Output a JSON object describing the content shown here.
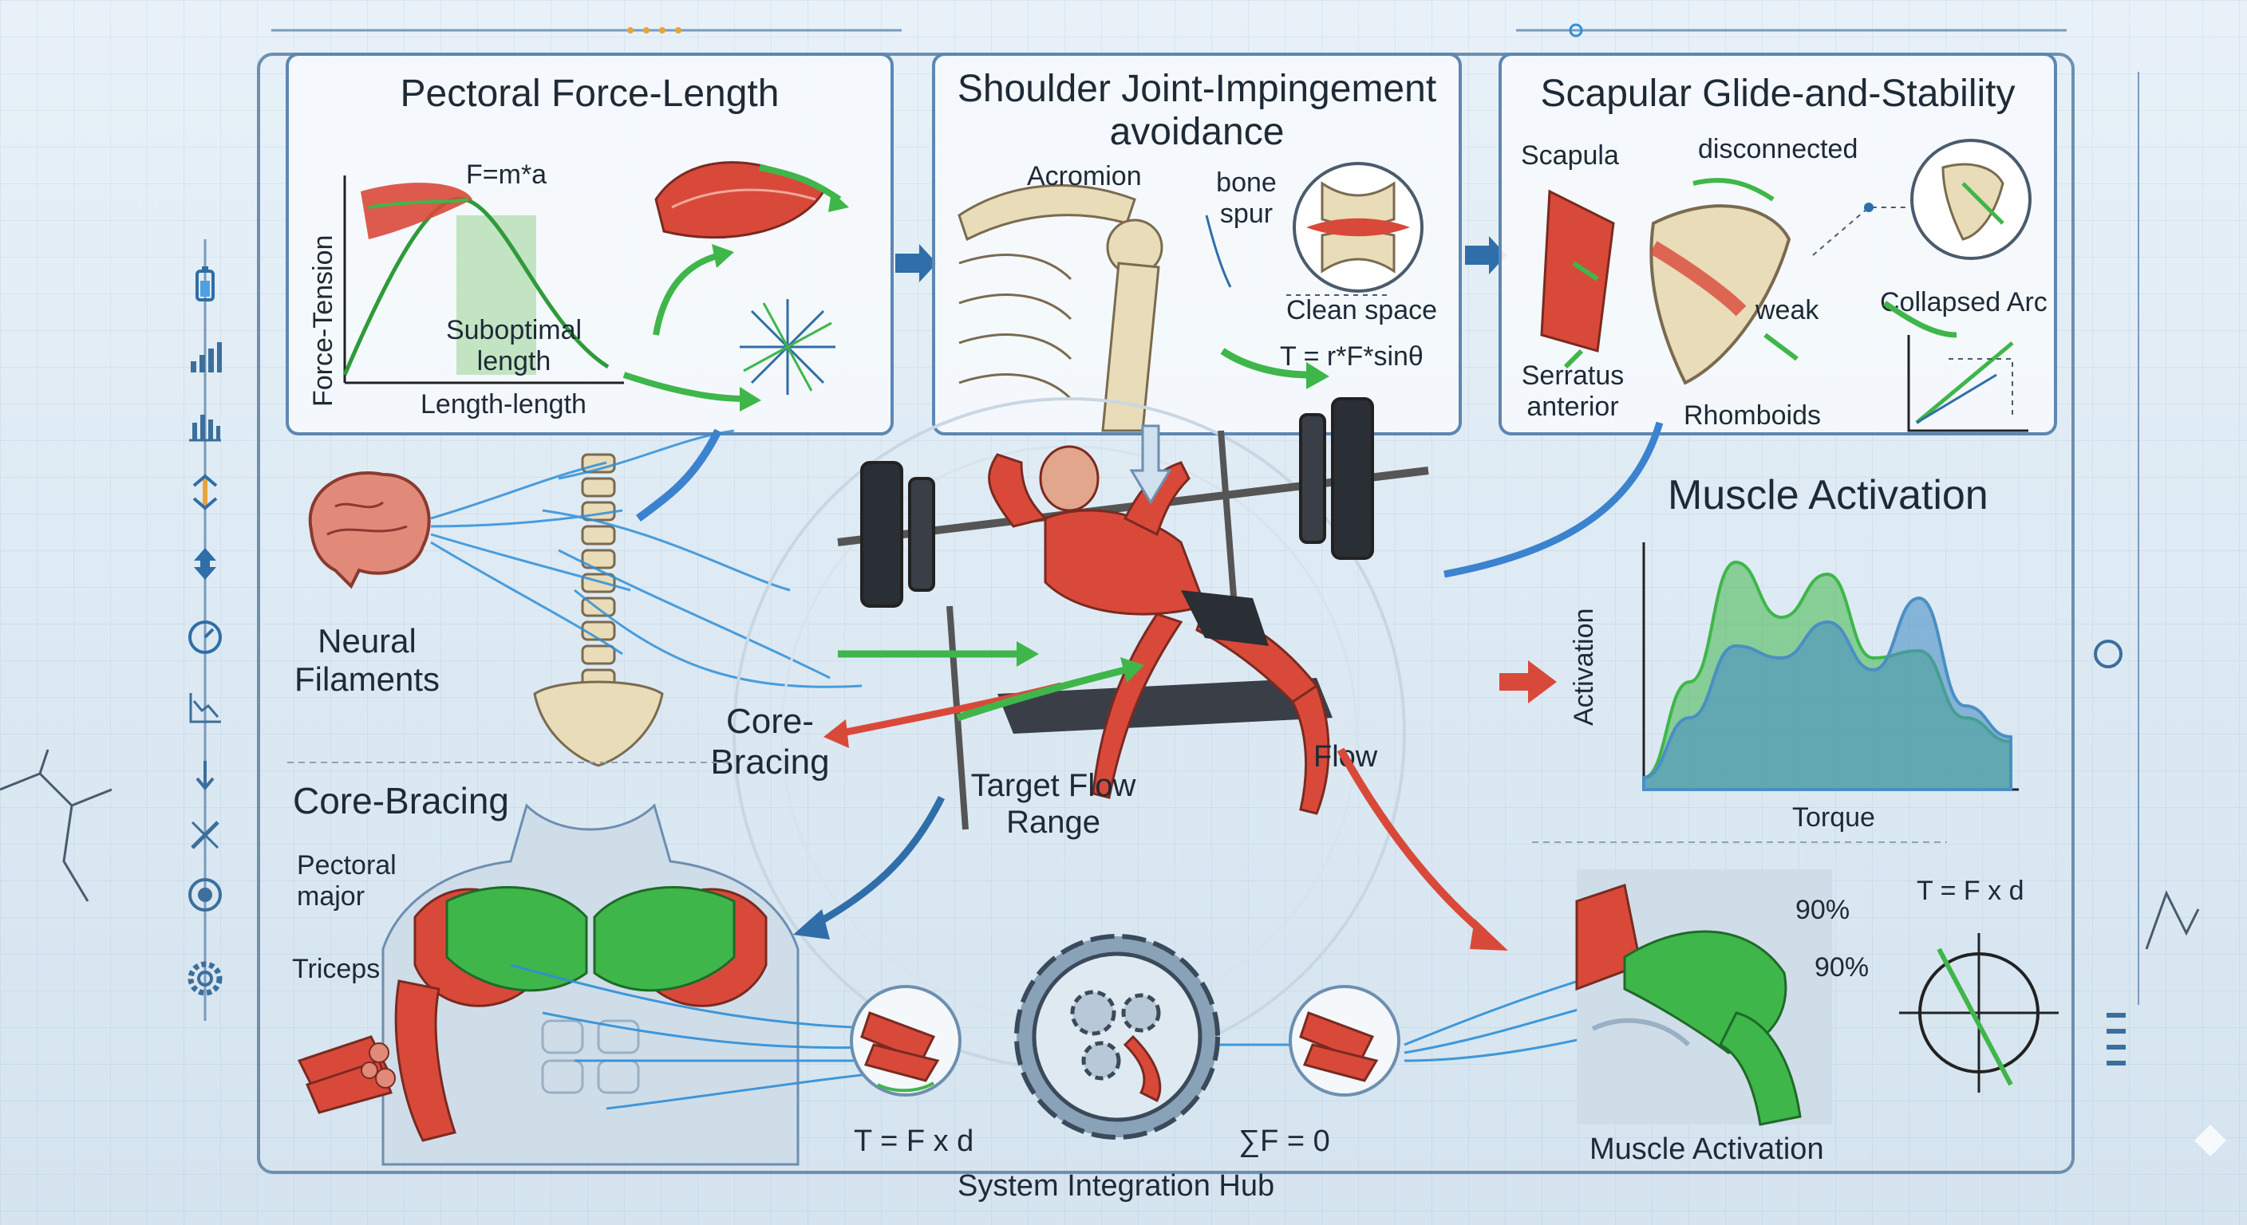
{
  "panels": {
    "pectoral": {
      "title": "Pectoral Force-Length",
      "y_axis": "Force-Tension",
      "x_axis": "Length-length",
      "equation": "F=m*a",
      "zone_label": "Suboptimal length"
    },
    "shoulder": {
      "title_line1": "Shoulder Joint-Impingement",
      "title_line2": "avoidance",
      "acromion": "Acromion",
      "bone_spur": "bone spur",
      "clean_space": "Clean space",
      "equation": "T = r*F*sinθ"
    },
    "scapular": {
      "title": "Scapular Glide-and-Stability",
      "scapula": "Scapula",
      "disconnected": "disconnected",
      "weak": "weak",
      "collapsed_arc": "Collapsed Arc",
      "serratus": "Serratus anterior",
      "rhomboids": "Rhomboids"
    }
  },
  "neural": {
    "label": "Neural Filaments"
  },
  "center": {
    "core_bracing": "Core-Bracing",
    "target_flow": "Target Flow Range",
    "flow": "Flow"
  },
  "activation_chart": {
    "title": "Muscle Activation",
    "y_label": "Activation",
    "x_label": "Torque"
  },
  "core_section": {
    "title": "Core-Bracing",
    "pectoral": "Pectoral major",
    "triceps": "Triceps"
  },
  "hub": {
    "eq_left": "T = F x d",
    "eq_right": "∑F = 0",
    "label": "System Integration Hub"
  },
  "bottom_right": {
    "pct_top": "90%",
    "pct_bottom": "90%",
    "equation": "T = F x d",
    "label": "Muscle Activation"
  },
  "sidebar": {
    "icons": [
      "battery-icon",
      "bar-chart-icon",
      "histogram-icon",
      "split-arrow-icon",
      "up-down-arrow-icon",
      "gauge-icon",
      "trend-chart-icon",
      "down-arrow-icon",
      "tools-icon",
      "target-icon",
      "settings-icon"
    ]
  },
  "colors": {
    "panel_border": "#5d87b2",
    "muscle_red": "#d9493a",
    "muscle_green": "#3fb64a",
    "flow_blue": "#2f8fd8",
    "bone": "#e9dcb8"
  },
  "chart_data": {
    "type": "area",
    "title": "Muscle Activation",
    "xlabel": "Torque",
    "ylabel": "Activation",
    "series": [
      {
        "values": [
          0.05,
          0.45,
          0.95,
          0.72,
          0.9,
          0.55,
          0.58,
          0.3,
          0.2
        ]
      },
      {
        "values": [
          0.05,
          0.3,
          0.6,
          0.55,
          0.7,
          0.5,
          0.8,
          0.35,
          0.22
        ]
      }
    ],
    "colors": [
      "#3fb64a",
      "#4a8fc4"
    ],
    "grid": false
  }
}
